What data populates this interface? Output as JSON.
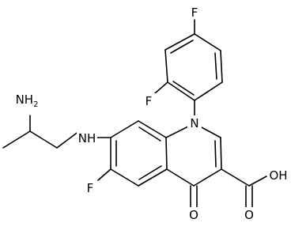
{
  "structure": {
    "atoms": {
      "f_top": "F",
      "f_ortho": "F",
      "n_ring": "N",
      "nh_amine": "NH",
      "nh2_group": "NH",
      "nh2_subscript": "2",
      "f_ring": "F",
      "o_ketone": "O",
      "o_carbonyl": "O",
      "oh_group": "OH"
    }
  }
}
